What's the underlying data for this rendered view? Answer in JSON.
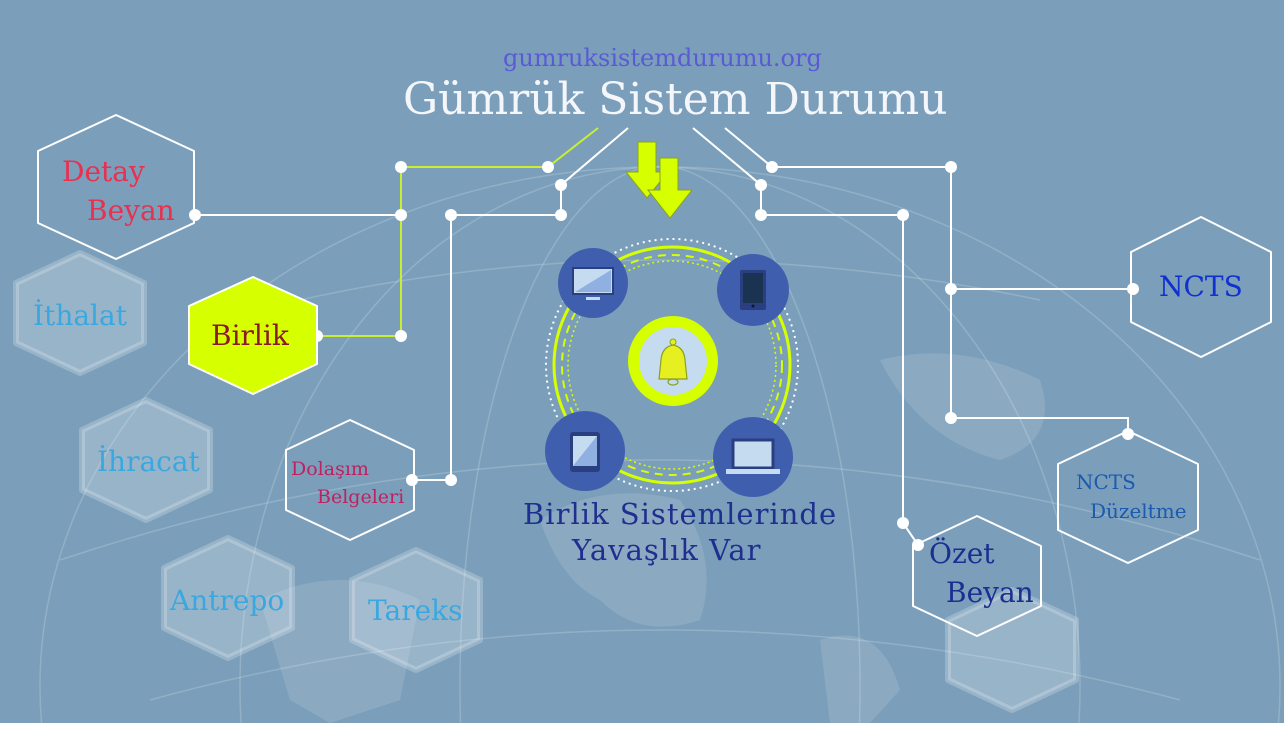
{
  "header": {
    "site": "gumruksistemdurumu.org",
    "title": "Gümrük Sistem Durumu"
  },
  "status": {
    "line1": "Birlik Sistemlerinde",
    "line2": "Yavaşlık Var"
  },
  "nodes": {
    "detay_beyan": {
      "line1": "Detay",
      "line2": "Beyan"
    },
    "ithalat": "İthalat",
    "birlik": "Birlik",
    "ihracat": "İhracat",
    "dolasim": {
      "line1": "Dolaşım",
      "line2": "Belgeleri"
    },
    "antrepo": "Antrepo",
    "tareks": "Tareks",
    "ncts": "NCTS",
    "ncts_duzeltme": {
      "line1": "NCTS",
      "line2": "Düzeltme"
    },
    "ozet_beyan": {
      "line1": "Özet",
      "line2": "Beyan"
    }
  },
  "colors": {
    "background": "#7b9fba",
    "accent": "#d6ff00",
    "device_circle": "#3f5fae",
    "status_text": "#1f2f8f"
  },
  "icons": [
    "desktop-icon",
    "phone-icon",
    "tablet-icon",
    "laptop-icon",
    "bell-icon",
    "down-arrow-icon"
  ]
}
